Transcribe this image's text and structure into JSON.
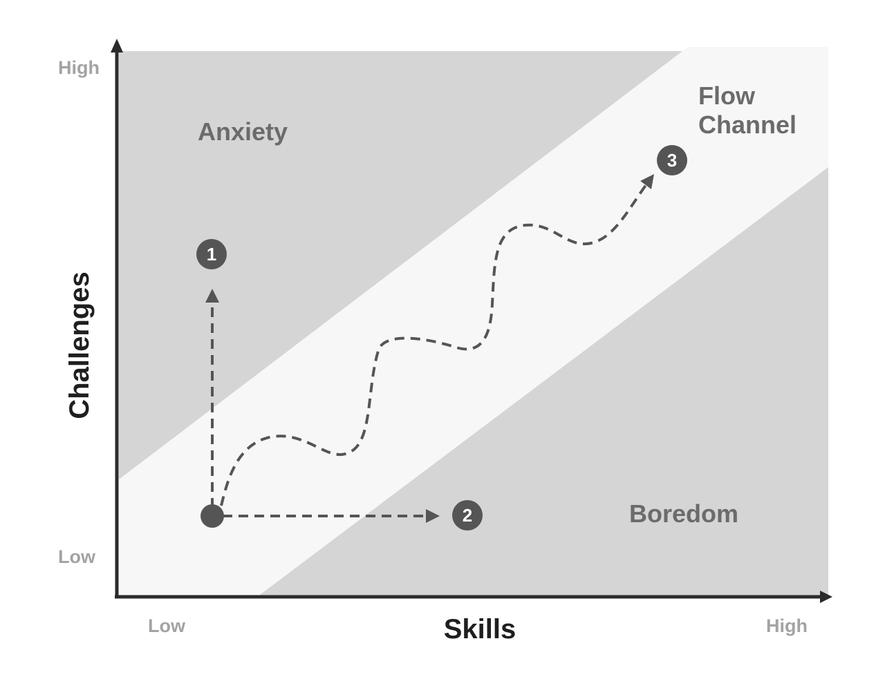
{
  "regions": {
    "anxiety": "Anxiety",
    "flow_line1": "Flow",
    "flow_line2": "Channel",
    "boredom": "Boredom"
  },
  "axes": {
    "y_title": "Challenges",
    "x_title": "Skills",
    "y_high": "High",
    "y_low": "Low",
    "x_low": "Low",
    "x_high": "High"
  },
  "markers": {
    "m1": "1",
    "m2": "2",
    "m3": "3"
  },
  "colors": {
    "zone_fill": "#d5d5d5",
    "channel_fill": "#f7f7f7",
    "axis": "#2b2b2b",
    "path": "#555555",
    "marker": "#555555"
  }
}
